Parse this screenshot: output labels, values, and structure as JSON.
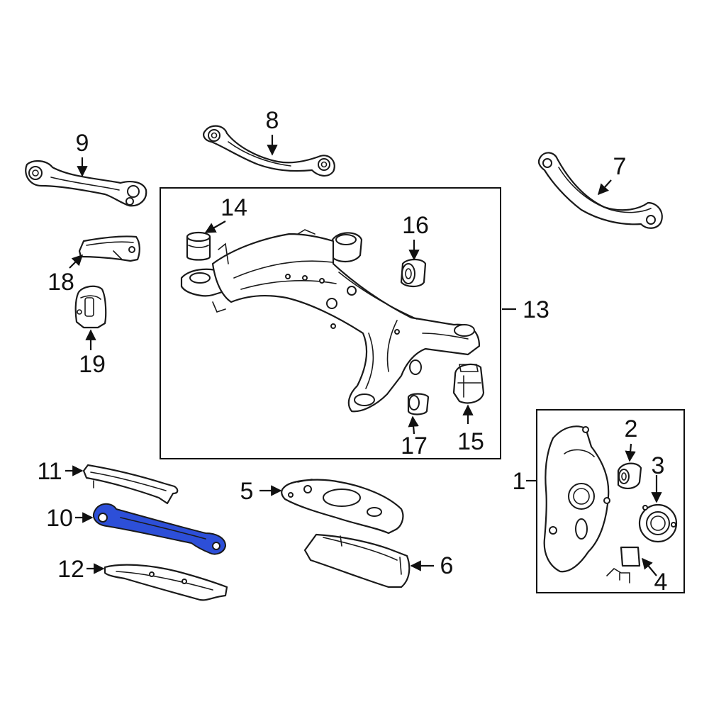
{
  "diagram": {
    "highlight_color": "#2d4fd8",
    "highlighted_part": "10",
    "callouts": [
      "1",
      "2",
      "3",
      "4",
      "5",
      "6",
      "7",
      "8",
      "9",
      "10",
      "11",
      "12",
      "13",
      "14",
      "15",
      "16",
      "17",
      "18",
      "19"
    ]
  }
}
